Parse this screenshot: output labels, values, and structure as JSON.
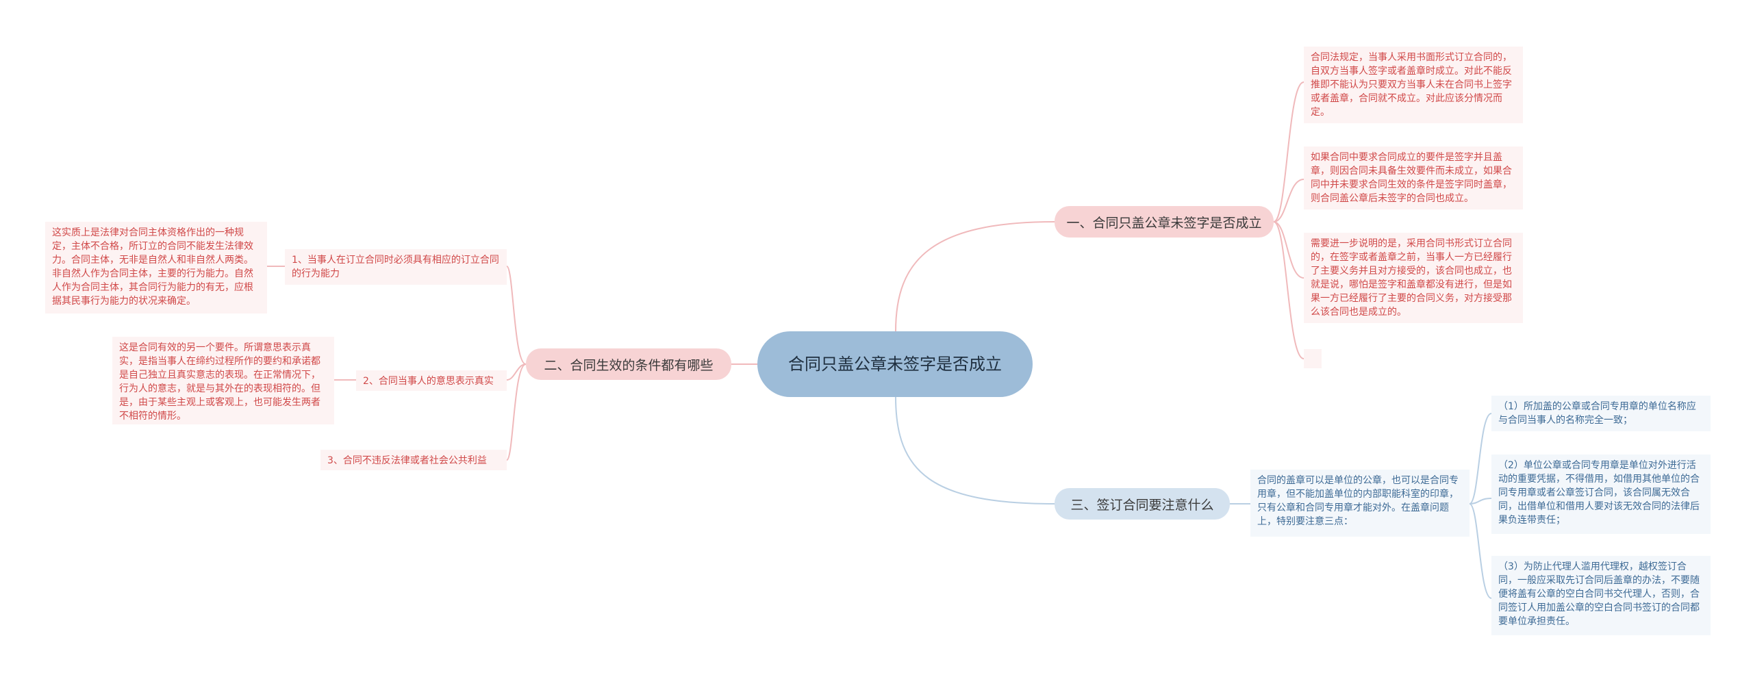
{
  "colors": {
    "root": "#9dbcd8",
    "branch_pink": "#f7d3d4",
    "branch_blue": "#d4e2ef",
    "line_pink": "#f0b9bb",
    "line_blue": "#b9cfe3",
    "text_red": "#d04848",
    "text_blue": "#3d6a95"
  },
  "root": {
    "title": "合同只盖公章未签字是否成立"
  },
  "branch1": {
    "label": "一、合同只盖公章未签字是否成立",
    "notes": [
      "合同法规定，当事人采用书面形式订立合同的，自双方当事人签字或者盖章时成立。对此不能反推即不能认为只要双方当事人未在合同书上签字或者盖章，合同就不成立。对此应该分情况而定。",
      "如果合同中要求合同成立的要件是签字并且盖章，则因合同未具备生效要件而未成立，如果合同中并未要求合同生效的条件是签字同时盖章，则合同盖公章后未签字的合同也成立。",
      "需要进一步说明的是，采用合同书形式订立合同的，在签字或者盖章之前，当事人一方已经履行了主要义务并且对方接受的，该合同也成立，也就是说，哪怕是签字和盖章都没有进行，但是如果一方已经履行了主要的合同义务，对方接受那么该合同也是成立的。",
      ""
    ]
  },
  "branch2": {
    "label": "二、合同生效的条件都有哪些",
    "items": [
      {
        "label": "1、当事人在订立合同时必须具有相应的订立合同的行为能力",
        "detail": "这实质上是法律对合同主体资格作出的一种规定，主体不合格，所订立的合同不能发生法律效力。合同主体，无非是自然人和非自然人两类。非自然人作为合同主体，主要的行为能力。自然人作为合同主体，其合同行为能力的有无，应根据其民事行为能力的状况来确定。"
      },
      {
        "label": "2、合同当事人的意思表示真实",
        "detail": "这是合同有效的另一个要件。所谓意思表示真实，是指当事人在缔约过程所作的要约和承诺都是自己独立且真实意志的表现。在正常情况下，行为人的意志，就是与其外在的表现相符的。但是，由于某些主观上或客观上，也可能发生两者不相符的情形。"
      },
      {
        "label": "3、合同不违反法律或者社会公共利益",
        "detail": ""
      }
    ]
  },
  "branch3": {
    "label": "三、签订合同要注意什么",
    "intro": "合同的盖章可以是单位的公章，也可以是合同专用章，但不能加盖单位的内部职能科室的印章，只有公章和合同专用章才能对外。在盖章问题上，特别要注意三点：",
    "points": [
      "（1）所加盖的公章或合同专用章的单位名称应与合同当事人的名称完全一致；",
      "（2）单位公章或合同专用章是单位对外进行活动的重要凭据，不得借用，如借用其他单位的合同专用章或者公章签订合同，该合同属无效合同，出借单位和借用人要对该无效合同的法律后果负连带责任；",
      "（3）为防止代理人滥用代理权，越权签订合同，一般应采取先订合同后盖章的办法，不要随便将盖有公章的空白合同书交代理人，否则，合同签订人用加盖公章的空白合同书签订的合同都要单位承担责任。"
    ]
  }
}
